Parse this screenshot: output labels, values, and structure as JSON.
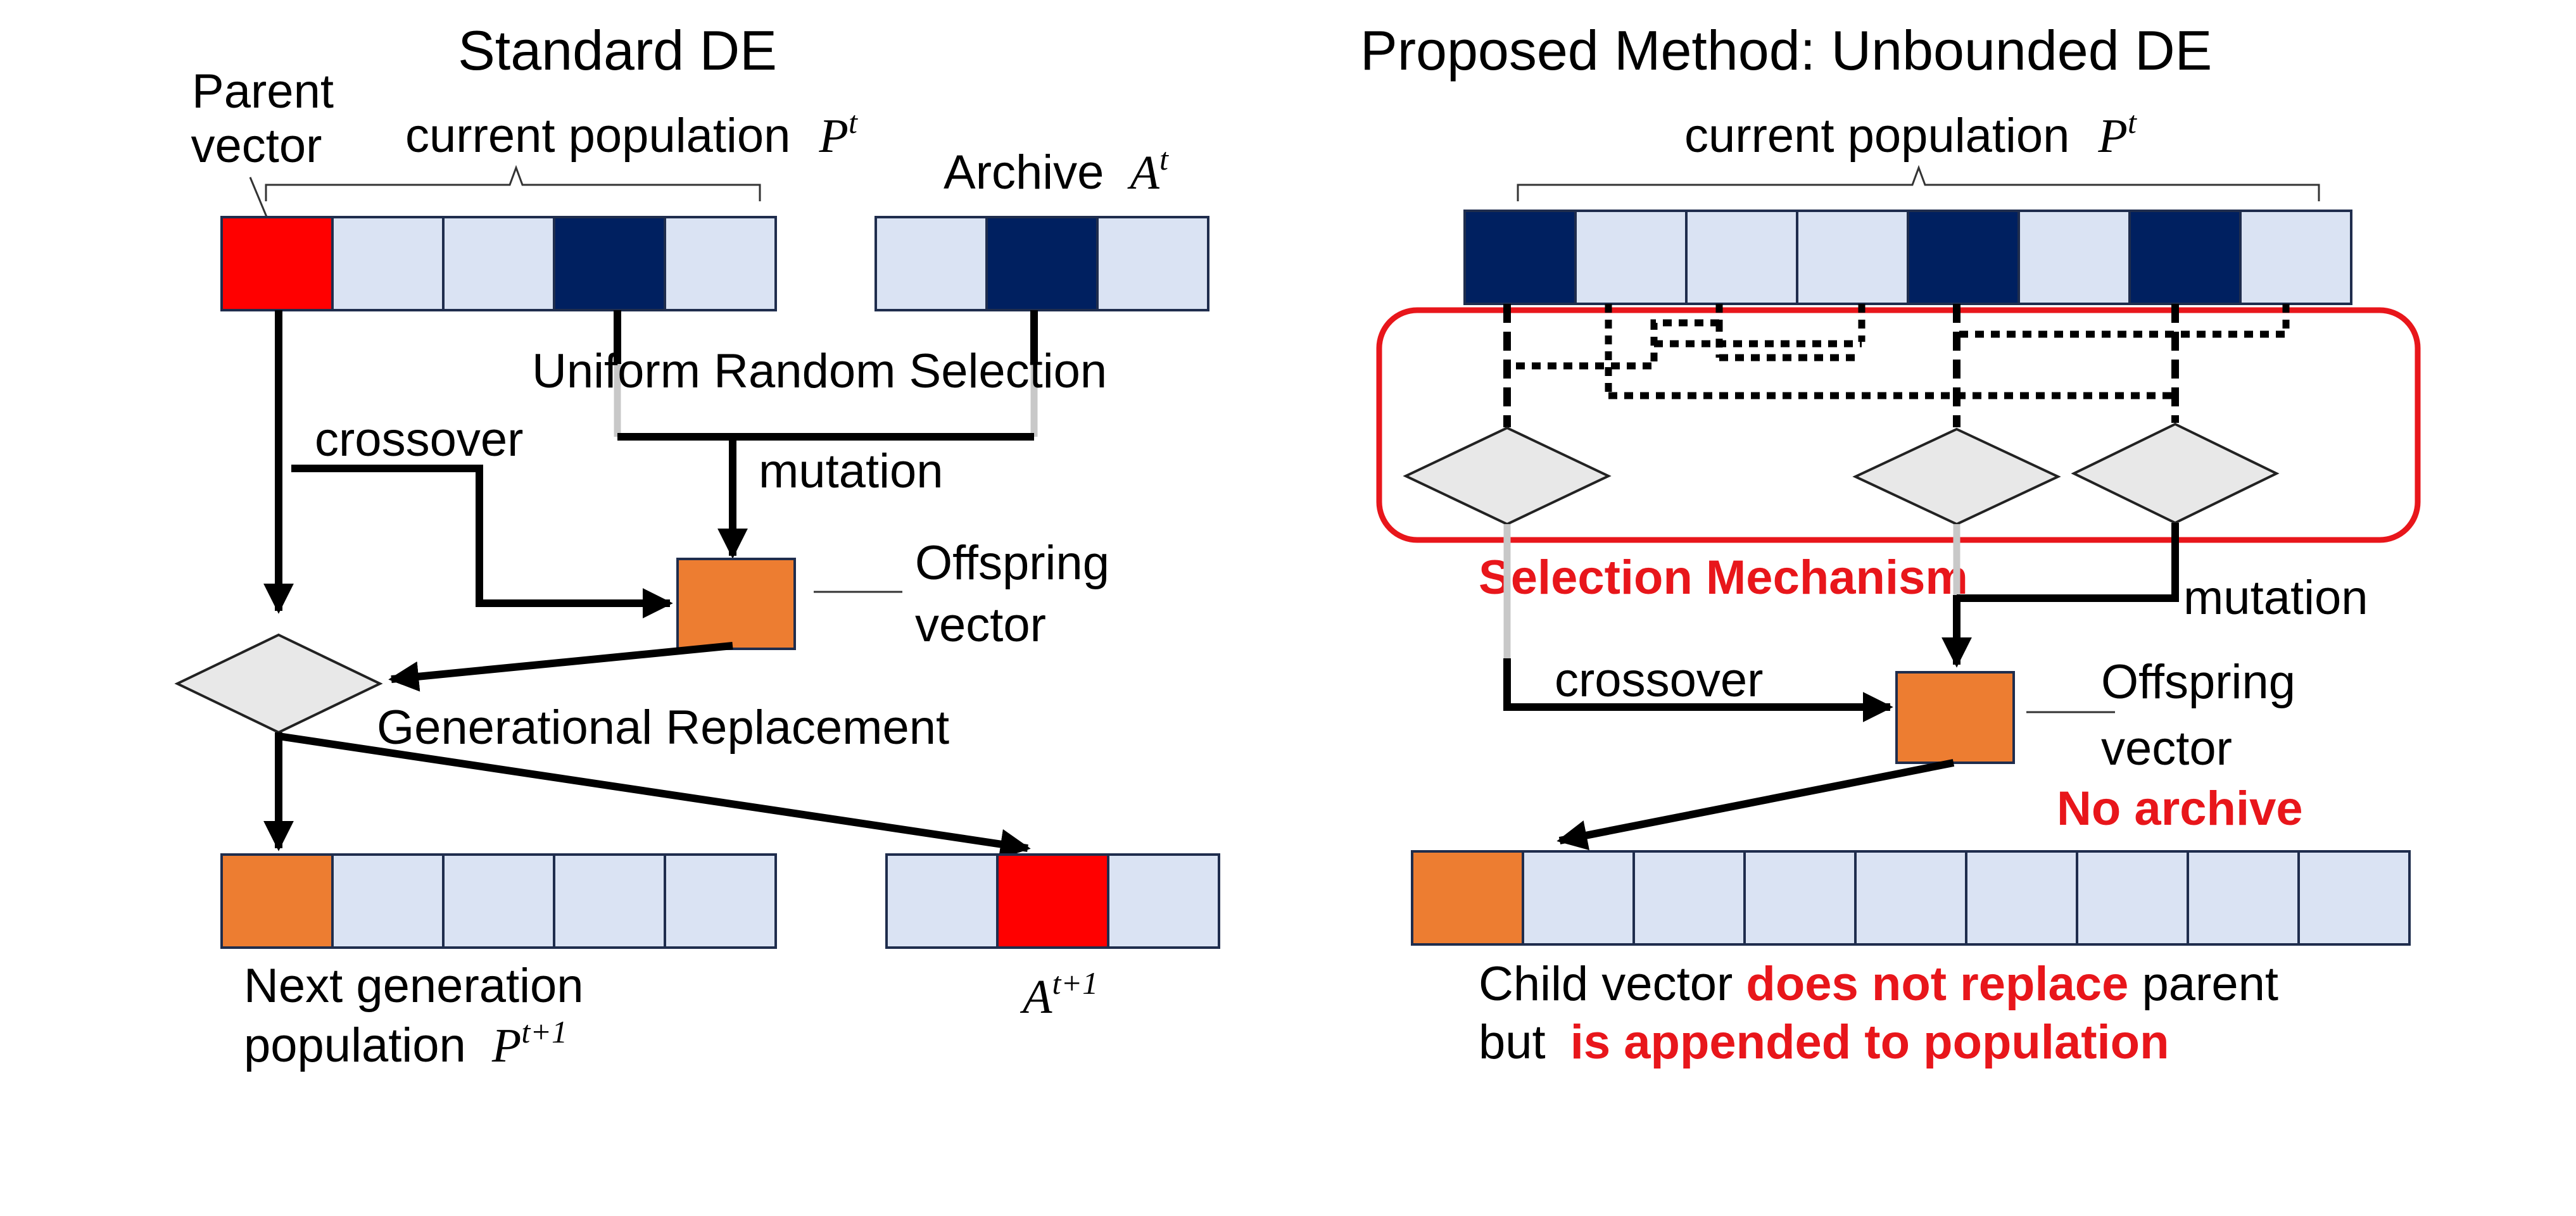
{
  "left": {
    "title": "Standard DE",
    "parent_label_line1": "Parent",
    "parent_label_line2": "vector",
    "current_population": "current population",
    "pop_symbol": "P",
    "pop_sup": "t",
    "archive_label": "Archive",
    "archive_symbol": "A",
    "archive_sup": "t",
    "uniform_selection": "Uniform Random Selection",
    "crossover": "crossover",
    "mutation": "mutation",
    "offspring_line1": "Offspring",
    "offspring_line2": "vector",
    "generational_replacement": "Generational Replacement",
    "next_gen_line1": "Next generation",
    "next_gen_line2": "population",
    "next_symbol": "P",
    "next_sup": "t+1",
    "next_archive_symbol": "A",
    "next_archive_sup": "t+1"
  },
  "right": {
    "title": "Proposed Method: Unbounded DE",
    "current_population": "current population",
    "pop_symbol": "P",
    "pop_sup": "t",
    "selection_mechanism": "Selection Mechanism",
    "mutation": "mutation",
    "crossover": "crossover",
    "offspring_line1": "Offspring",
    "offspring_line2": "vector",
    "no_archive": "No archive",
    "child_a": "Child vector ",
    "child_b": "does not replace",
    "child_c": " parent",
    "child_d": "but ",
    "child_e": "is appended to population"
  },
  "colors": {
    "light": "#dae3f3",
    "dark": "#002060",
    "red": "#ff0000",
    "orange": "#ed7d31",
    "highlight_red": "#e8161b"
  }
}
